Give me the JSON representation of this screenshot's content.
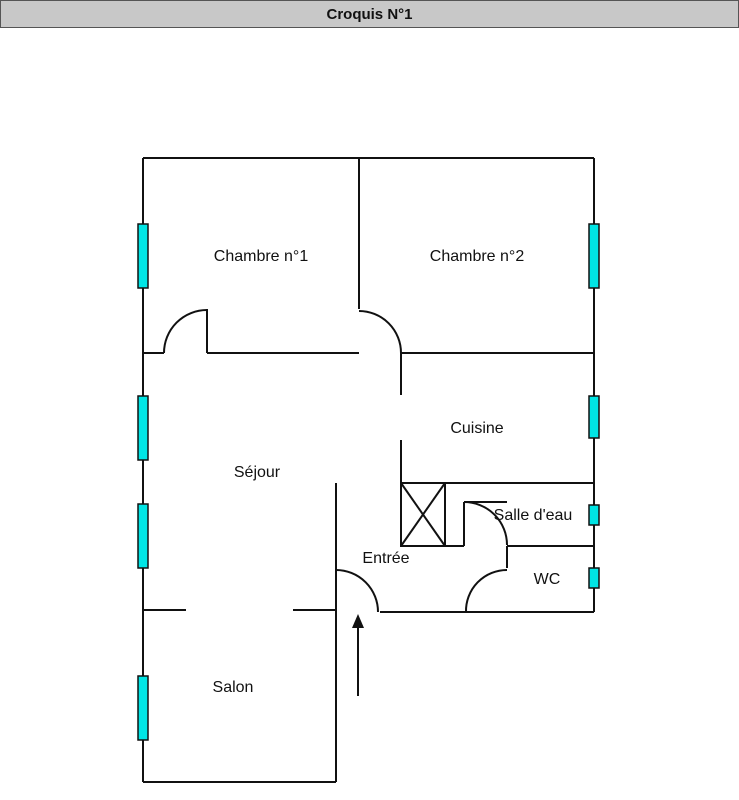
{
  "header": {
    "title": "Croquis N°1"
  },
  "rooms": {
    "chambre1": "Chambre n°1",
    "chambre2": "Chambre n°2",
    "cuisine": "Cuisine",
    "sejour": "Séjour",
    "salle_eau": "Salle d'eau",
    "entree": "Entrée",
    "wc": "WC",
    "salon": "Salon"
  },
  "colors": {
    "window": "#00e5e5",
    "wall": "#111111",
    "header_bg": "#c8c8c8"
  }
}
